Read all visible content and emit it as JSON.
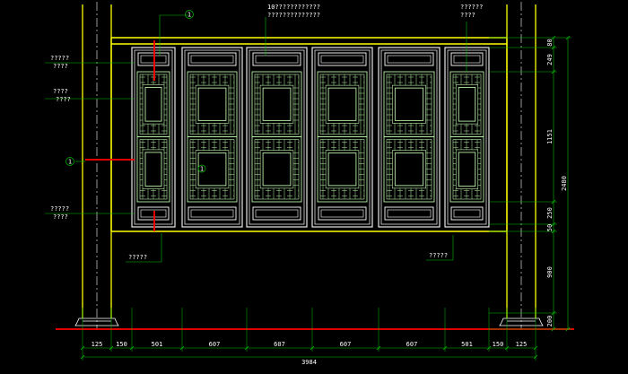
{
  "labels": {
    "top_center_1": "10????????????",
    "top_center_2": "??????????????",
    "top_right_1": "??????",
    "top_right_2": "????",
    "left_1a": "?????",
    "left_1b": "????",
    "left_2a": "????",
    "left_2b": "????",
    "left_3a": "?????",
    "left_3b": "????",
    "bottom_left": "?????",
    "bottom_right": "?????"
  },
  "markers": {
    "top": "1",
    "left": "1",
    "center": "1"
  },
  "dimensions": {
    "bottom_segments": [
      "125",
      "150",
      "501",
      "607",
      "607",
      "607",
      "607",
      "501",
      "150",
      "125"
    ],
    "total": "3984",
    "right_segments": [
      "80",
      "249",
      "1151",
      "250",
      "50",
      "900",
      "200"
    ],
    "right_total": "2480"
  },
  "colors": {
    "background": "#000000",
    "frame": "#ffff00",
    "panel": "#ffffff",
    "lattice": "#b8f0a8",
    "dimension": "#00c000",
    "section": "#ff0000",
    "centerline": "#ffffff"
  }
}
